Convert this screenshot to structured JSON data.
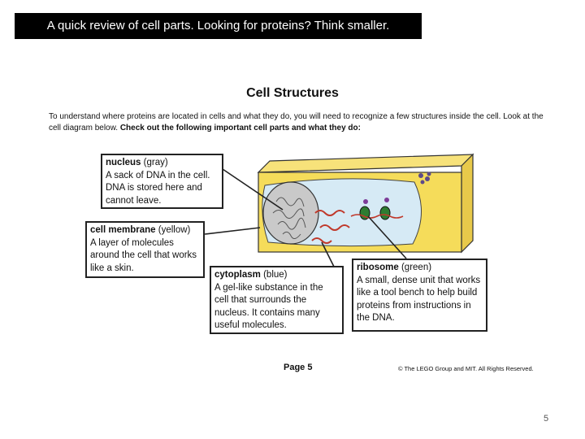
{
  "header": {
    "banner": "A quick review of cell parts.   Looking for proteins?  Think smaller."
  },
  "document": {
    "title": "Cell Structures",
    "intro_plain": "To understand where proteins are located in cells and what they do, you will need to recognize a few structures inside the cell.  Look at the cell diagram below.",
    "intro_bold": "Check out the following important cell parts and what they do:",
    "callouts": {
      "nucleus": {
        "term": "nucleus",
        "color": "(gray)",
        "desc": "A sack of DNA in the cell.  DNA is stored here and cannot leave."
      },
      "membrane": {
        "term": "cell membrane",
        "color": "(yellow)",
        "desc": "A layer of molecules around the cell that works like a skin."
      },
      "cytoplasm": {
        "term": "cytoplasm",
        "color": "(blue)",
        "desc": "A gel-like substance in the cell that surrounds the nucleus.  It contains many useful molecules."
      },
      "ribosome": {
        "term": "ribosome",
        "color": "(green)",
        "desc": "A small, dense unit that works like a tool bench to help build proteins from instructions in the DNA."
      }
    },
    "page_label": "Page 5",
    "copyright": "© The LEGO Group and MIT.  All Rights Reserved."
  },
  "slide_number": "5",
  "colors": {
    "membrane": "#f5dc5a",
    "cytoplasm": "#d6eaf5",
    "nucleus": "#c9c9c9",
    "ribosome": "#2e7d32",
    "banner": "#000000"
  }
}
